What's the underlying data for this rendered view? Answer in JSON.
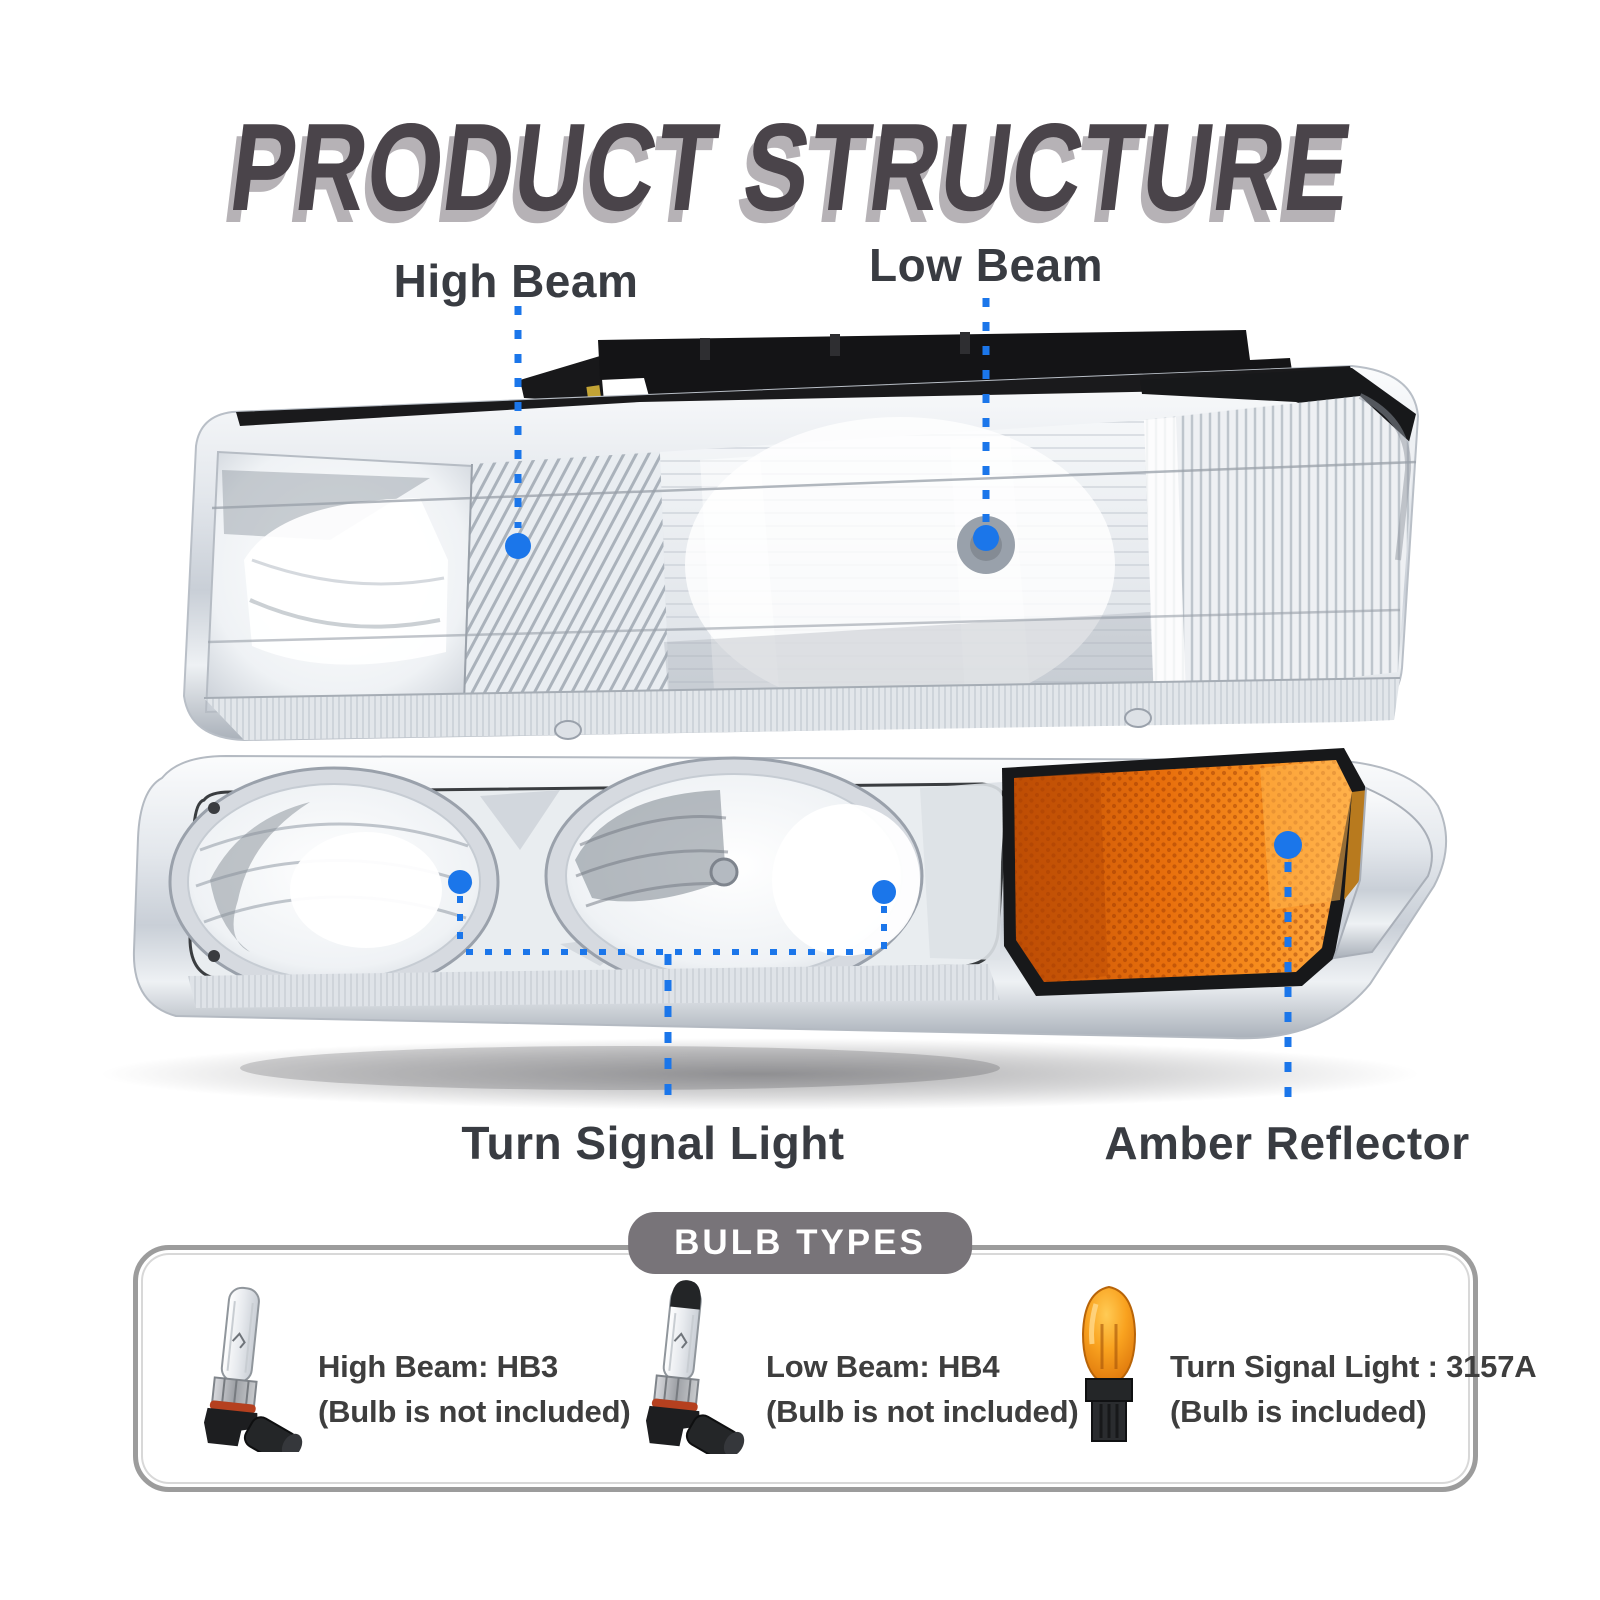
{
  "title": "PRODUCT STRUCTURE",
  "callouts": {
    "high_beam": "High Beam",
    "low_beam": "Low Beam",
    "turn_signal": "Turn Signal Light",
    "amber_reflector": "Amber Reflector"
  },
  "bulb_section": {
    "heading": "BULB TYPES",
    "items": [
      {
        "icon": "hb3-halogen-bulb-icon",
        "name": "High Beam: HB3",
        "note": "(Bulb is not included)"
      },
      {
        "icon": "hb4-halogen-bulb-icon",
        "name": "Low Beam: HB4",
        "note": "(Bulb is not included)"
      },
      {
        "icon": "3157a-amber-bulb-icon",
        "name": "Turn Signal Light : 3157A",
        "note": "(Bulb is included)"
      }
    ]
  },
  "colors": {
    "accent_blue": "#1b76ea",
    "title_text": "#4a444a",
    "label_text": "#393c42",
    "badge_bg": "#787479",
    "badge_text": "#ffffff",
    "box_border": "#9c9c9c",
    "amber_reflector": "#ef7d12",
    "bulb_text": "#3e3e3e"
  }
}
